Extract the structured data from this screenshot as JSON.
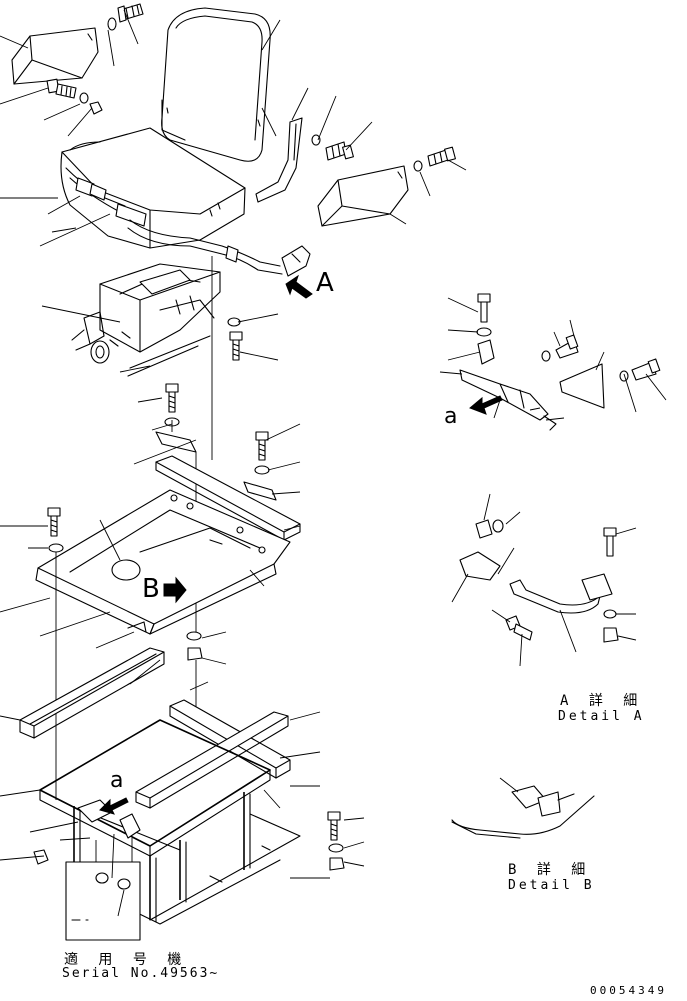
{
  "markers": {
    "view_a": "A",
    "view_b": "B",
    "detail_pointer_upper": "a",
    "detail_pointer_lower": "a"
  },
  "detail_a": {
    "caption_jp": "A 詳 細",
    "caption_en": "Detail A"
  },
  "detail_b": {
    "caption_jp": "B 詳 細",
    "caption_en": "Detail B"
  },
  "serial_note": {
    "caption_jp": "適 用 号 機",
    "caption_en": "Serial No.49563~"
  },
  "drawing_code": "00054349"
}
